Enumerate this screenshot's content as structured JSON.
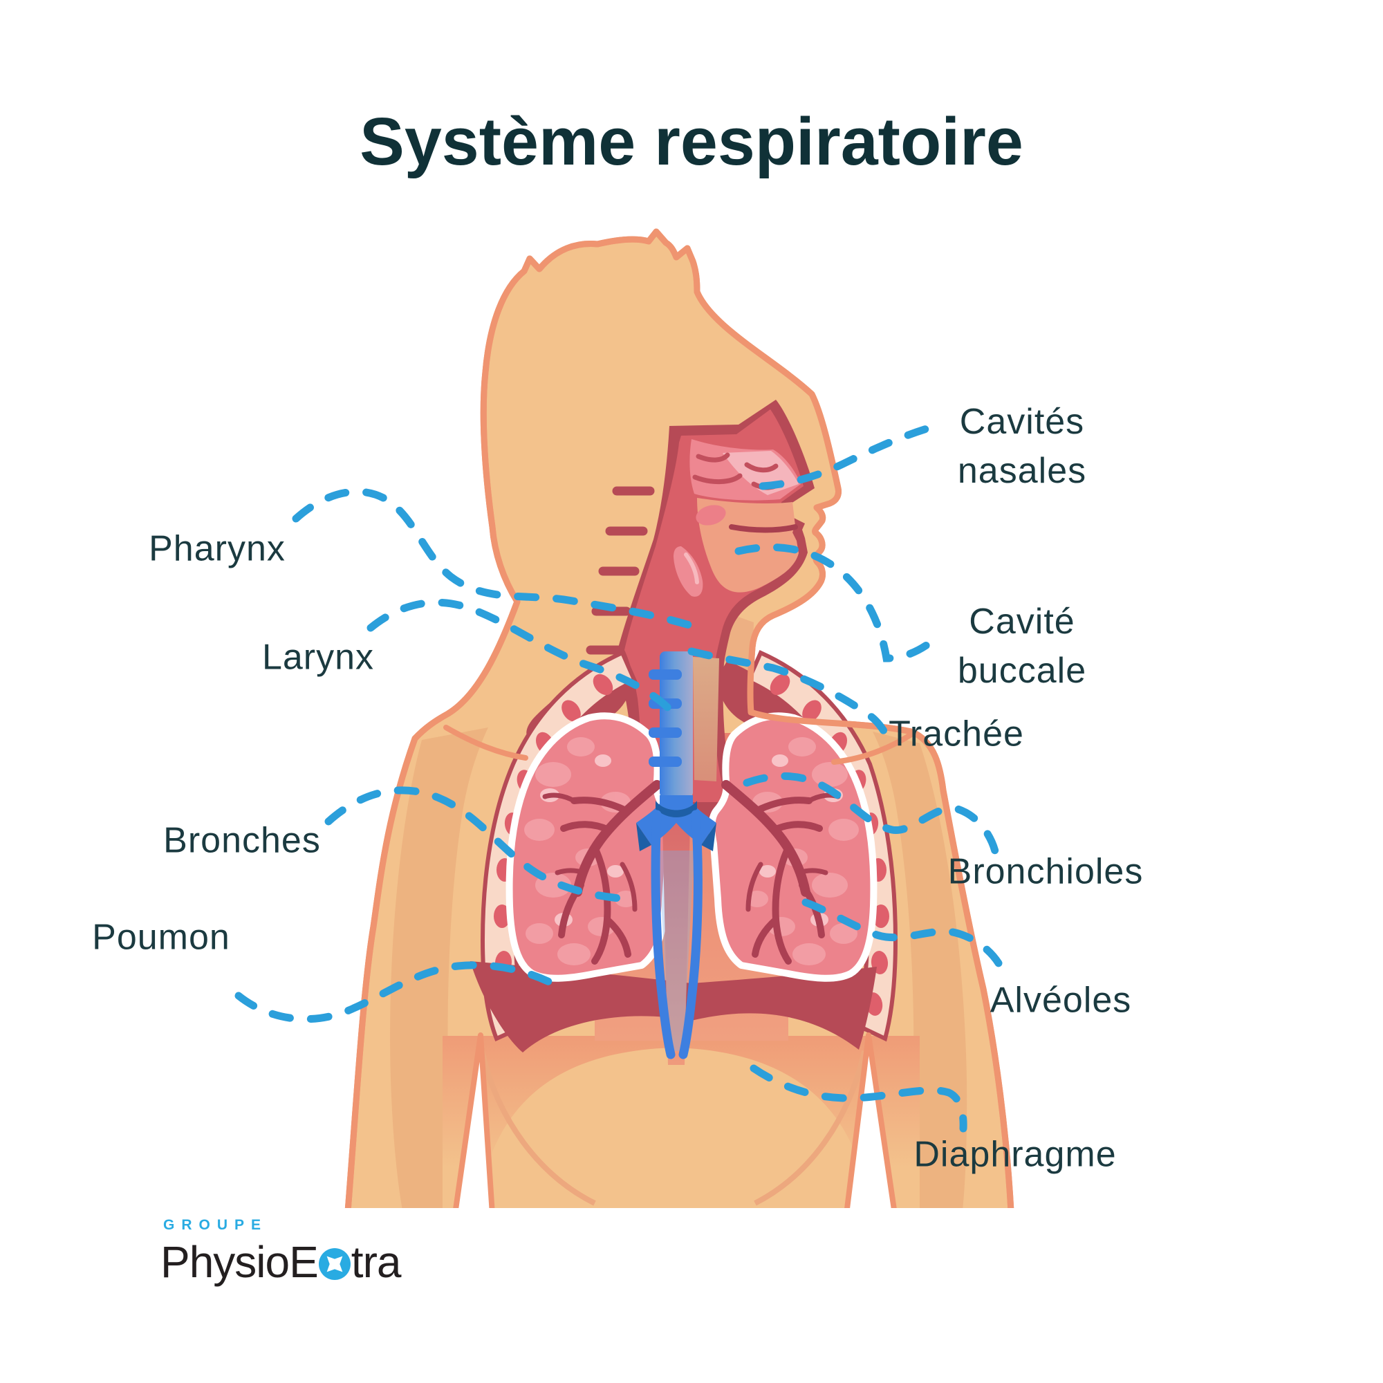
{
  "title": {
    "text": "Système respiratoire",
    "color": "#103137"
  },
  "labels": {
    "pharynx": {
      "text": "Pharynx"
    },
    "larynx": {
      "text": "Larynx"
    },
    "bronches": {
      "text": "Bronches"
    },
    "poumon": {
      "text": "Poumon"
    },
    "cavites_nasales": {
      "line1": "Cavités",
      "line2": "nasales"
    },
    "cavite_buccale": {
      "line1": "Cavité",
      "line2": "buccale"
    },
    "trachee": {
      "text": "Trachée"
    },
    "bronchioles": {
      "text": "Bronchioles"
    },
    "alveoles": {
      "text": "Alvéoles"
    },
    "diaphragme": {
      "text": "Diaphragme"
    }
  },
  "logo": {
    "groupe": "GROUPE",
    "brand_start": "PhysioE",
    "brand_end": "tra",
    "icon": "x-star-icon"
  },
  "colors": {
    "label_text": "#1b3a40",
    "title_text": "#103137",
    "leader_line": "#2b9fdb",
    "skin": "#f3c28c",
    "skin_shadow": "#ecb17e",
    "skin_outline": "#ef9470",
    "dark_red": "#b64a56",
    "mid_red": "#d95f68",
    "nasal_pink": "#ee8791",
    "light_pink": "#f5b5bc",
    "lung_pink": "#ec838c",
    "lung_blob": "#f4a2a9",
    "bronchial_tree": "#ab4053",
    "pleura_band": "#f9d9c8",
    "rib_dot": "#df5f6b",
    "trachea_blue": "#3d7fe0",
    "trachea_navy": "#1e5fa6",
    "logo_blue": "#29abe2",
    "logo_black": "#231f20"
  }
}
